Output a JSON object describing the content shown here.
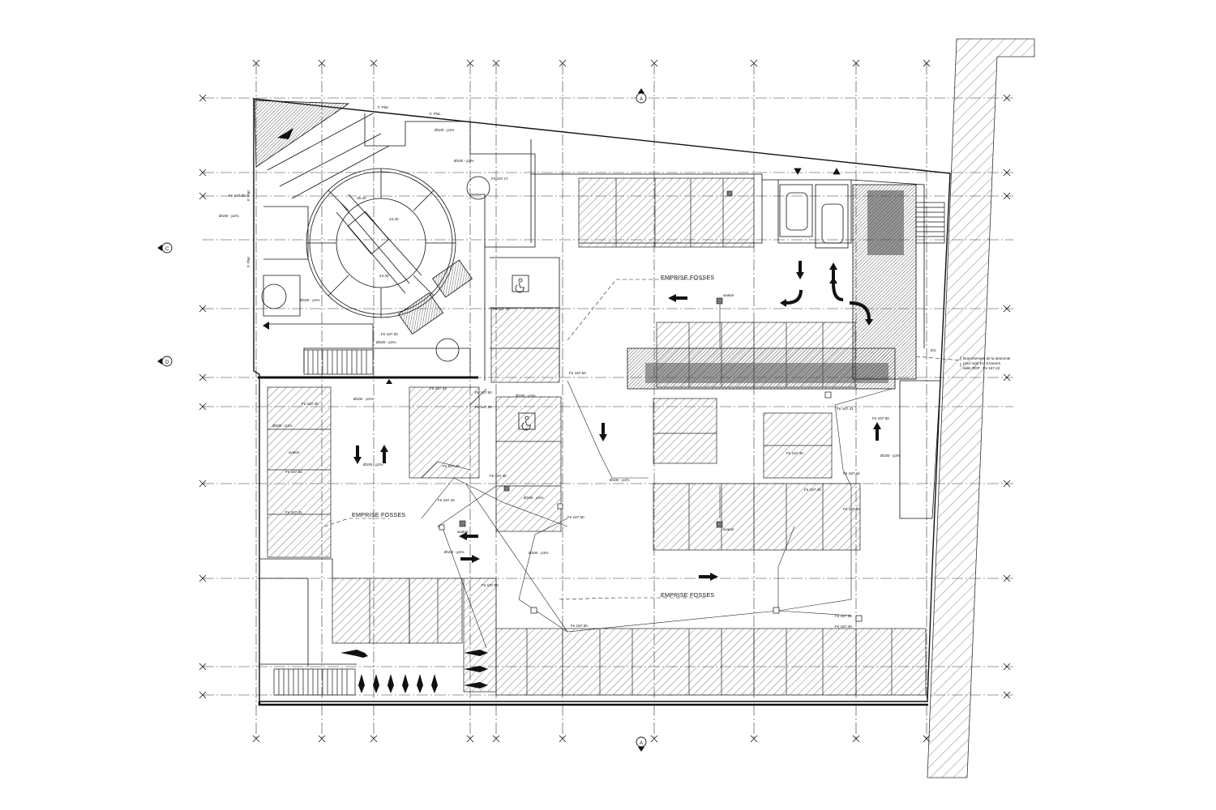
{
  "grid_markers": {
    "axis_a_label": "A",
    "axis_c_label": "C",
    "axis_d_label": "D"
  },
  "zones": {
    "emprise_labels": [
      "EMPRISE FOSSES",
      "EMPRISE FOSSES",
      "EMPRISE FOSSES"
    ]
  },
  "drain_labels": [
    "avaloir",
    "avaloir",
    "avaloir",
    "avaloir"
  ],
  "levels": [
    "Fe 167.00",
    "Fe 167.17",
    "Fe 167.47",
    "Fe 167.30",
    "Fe 167.41",
    "Fe 167.50",
    "Fe 167.43",
    "Fe 167.50",
    "Fe 167.41",
    "Fe 167.30",
    "Fe 167.44",
    "Fe 167.40",
    "Fe 167.50",
    "Fe 167.50",
    "Fe 167.35",
    "Fe 167.50",
    "Fe 167.50",
    "Fe 167.50",
    "Fe 167.35",
    "Fe 167.40",
    "Fe 167.31",
    "Fe 167.60",
    "Fe 167.43",
    "Fe 167.40",
    "Fe 167.45"
  ],
  "pipe_labels": [
    "Ø100 - p1%",
    "Ø100 - p1%",
    "Ø100 - p1%",
    "Ø100 - p1%",
    "Ø100 - p1%",
    "Ø100 - p1%",
    "Ø100 - p1%",
    "Ø100 - p1%",
    "Ø100 - p1%",
    "Ø100 - p1%",
    "Ø100 - p1%",
    "Ø100 - p1%",
    "Ø100 - p1%",
    "Ø100 - p1%"
  ],
  "notes": {
    "riser": "EG",
    "connection_note": [
      "Branchement de la descente",
      "pour rejet EU à travers",
      "dalle RDP - Fe 167.22"
    ],
    "top_marks": [
      "F. Plat",
      "F. Plat"
    ],
    "side_marks": [
      "F. Plat",
      "F. Plat"
    ],
    "stair_marks": [
      "24.40",
      "25.40",
      "24.40"
    ]
  },
  "colors": {
    "line": "#111111",
    "hatch": "#444444",
    "paper": "#ffffff"
  }
}
